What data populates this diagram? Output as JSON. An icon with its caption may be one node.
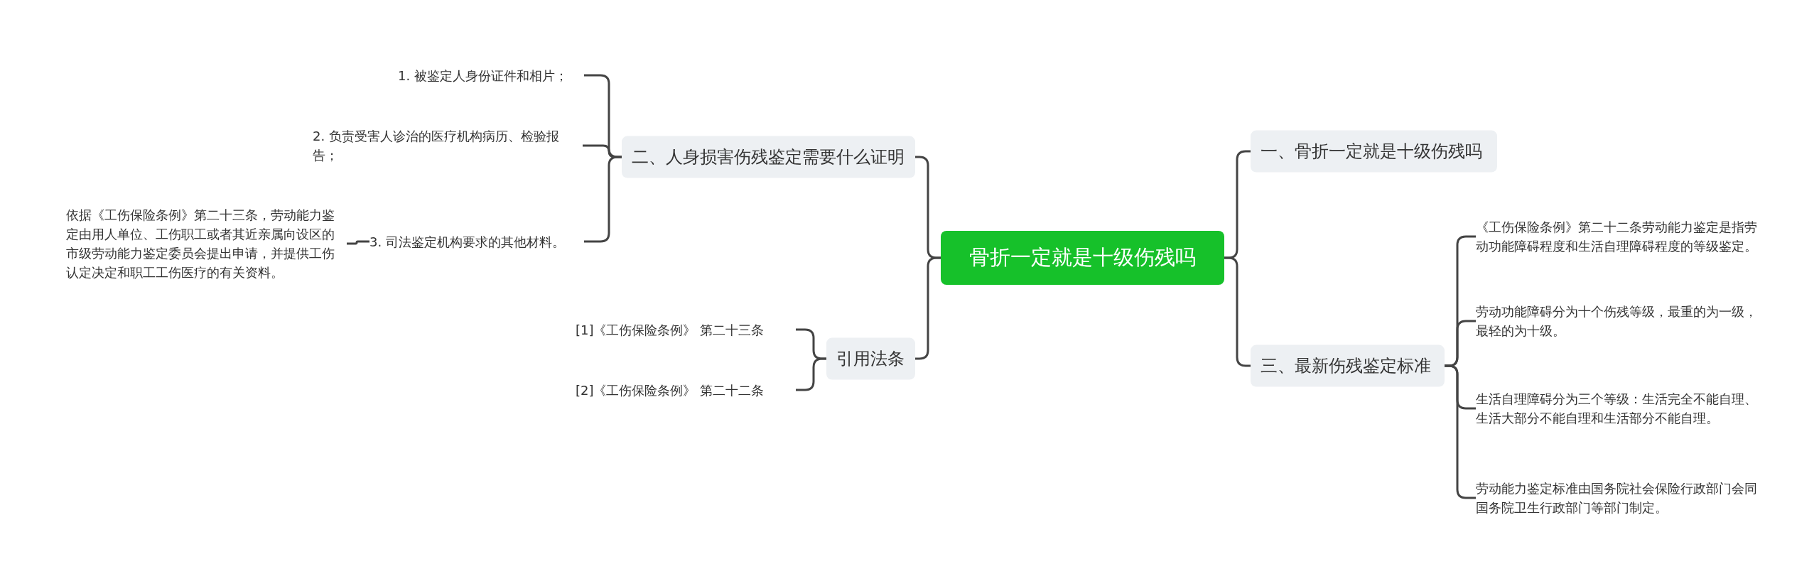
{
  "diagram": {
    "nodes": [
      {
        "text": [
          "骨折一定就是十级伤残吗"
        ]
      },
      {
        "text": [
          "二、人身损害伤残鉴定需要什么证明"
        ]
      },
      {
        "text": [
          "1. 被鉴定人身份证件和相片；"
        ]
      },
      {
        "text": [
          "2. 负责受害人诊治的医疗机构病历、检验报告；"
        ]
      },
      {
        "text": [
          "3. 司法鉴定机构要求的其他材料。"
        ]
      },
      {
        "text": [
          "依据《工伤保险条例》第二十三条，劳动能力鉴定由用人单位、工伤职工或者其近亲属向设区的市级劳动能力鉴定委员会提出申请，并提供工伤认定决定和职工工伤医疗的有关资料。"
        ]
      },
      {
        "text": [
          "引用法条"
        ]
      },
      {
        "text": [
          "[1]《工伤保险条例》 第二十三条"
        ]
      },
      {
        "text": [
          "[2]《工伤保险条例》 第二十二条"
        ]
      },
      {
        "text": [
          "一、骨折一定就是十级伤残吗"
        ]
      },
      {
        "text": [
          "三、最新伤残鉴定标准"
        ]
      },
      {
        "text": [
          "《工伤保险条例》第二十二条劳动能力鉴定是指劳动功能障碍程度和生活自理障碍程度的等级鉴定。"
        ]
      },
      {
        "text": [
          "劳动功能障碍分为十个伤残等级，最重的为一级，最轻的为十级。"
        ]
      },
      {
        "text": [
          "生活自理障碍分为三个等级：生活完全不能自理、生活大部分不能自理和生活部分不能自理。"
        ]
      },
      {
        "text": [
          "劳动能力鉴定标准由国务院社会保险行政部门会同国务院卫生行政部门等部门制定。"
        ]
      }
    ],
    "edges": [
      {
        "from": 0,
        "to": 1,
        "arrow": "none"
      },
      {
        "from": 1,
        "to": 2,
        "arrow": "none"
      },
      {
        "from": 1,
        "to": 3,
        "arrow": "none"
      },
      {
        "from": 1,
        "to": 4,
        "arrow": "none"
      },
      {
        "from": 4,
        "to": 5,
        "arrow": "none"
      },
      {
        "from": 0,
        "to": 6,
        "arrow": "none"
      },
      {
        "from": 6,
        "to": 7,
        "arrow": "none"
      },
      {
        "from": 6,
        "to": 8,
        "arrow": "none"
      },
      {
        "from": 0,
        "to": 9,
        "arrow": "none"
      },
      {
        "from": 0,
        "to": 10,
        "arrow": "none"
      },
      {
        "from": 10,
        "to": 11,
        "arrow": "none"
      },
      {
        "from": 10,
        "to": 12,
        "arrow": "none"
      },
      {
        "from": 10,
        "to": 13,
        "arrow": "none"
      },
      {
        "from": 10,
        "to": 14,
        "arrow": "none"
      }
    ]
  }
}
